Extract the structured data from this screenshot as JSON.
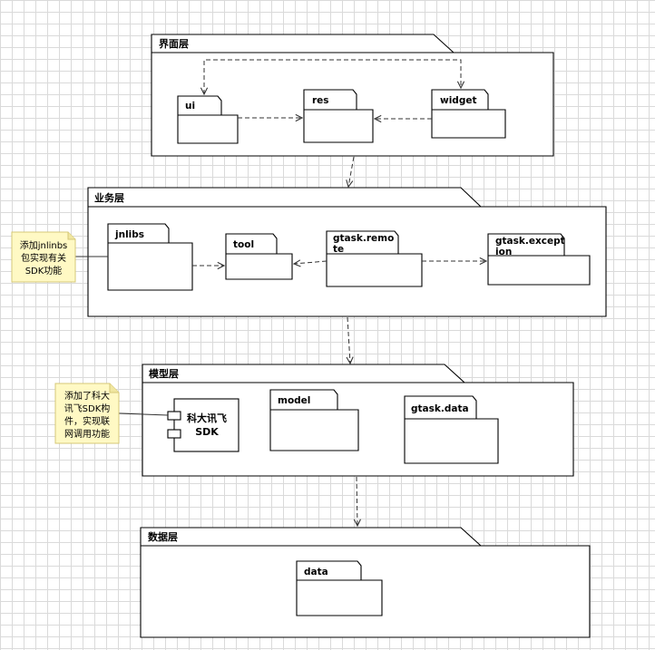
{
  "layers": {
    "ui_layer": {
      "title": "界面层",
      "packages": {
        "ui": "ui",
        "res": "res",
        "widget": "widget"
      }
    },
    "business_layer": {
      "title": "业务层",
      "packages": {
        "jnlibs": "jnlibs",
        "tool": "tool",
        "gtask_remote_1": "gtask.remo",
        "gtask_remote_2": "te",
        "gtask_exception_1": "gtask.except",
        "gtask_exception_2": "ion"
      }
    },
    "model_layer": {
      "title": "模型层",
      "component": {
        "line1": "科大讯飞",
        "line2": "SDK"
      },
      "packages": {
        "model": "model",
        "gtask_data": "gtask.data"
      }
    },
    "data_layer": {
      "title": "数据层",
      "packages": {
        "data": "data"
      }
    }
  },
  "notes": {
    "jnlibs_note": [
      "添加jnlinbs",
      "包实现有关",
      "SDK功能"
    ],
    "sdk_note": [
      "添加了科大",
      "讯飞SDK构",
      "件，实现联",
      "网调用功能"
    ]
  },
  "colors": {
    "note_fill": "#fff9c4",
    "note_stroke": "#d6c877",
    "line": "#000000"
  }
}
